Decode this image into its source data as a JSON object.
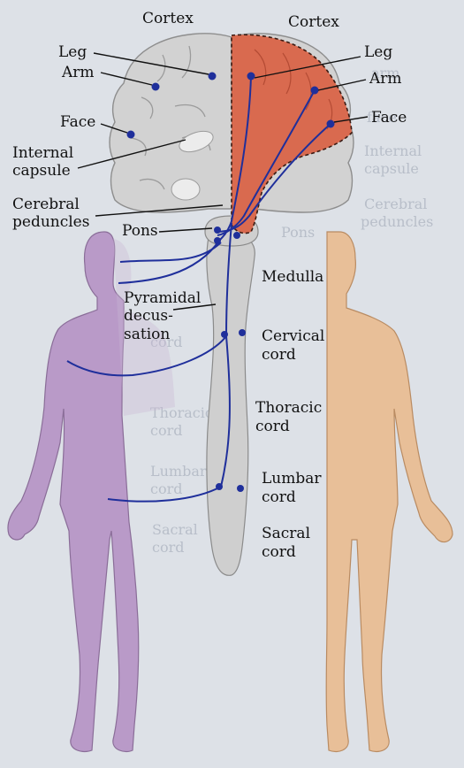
{
  "colors": {
    "background": "#d9dde4",
    "left_body": "#b99ac8",
    "right_body": "#e8bf98",
    "brain_gray": "#d2d2d2",
    "cortex_highlight": "#d96a4f",
    "tract_blue": "#1f2f9b",
    "text": "#111111"
  },
  "labels": {
    "cortex_left": "Cortex",
    "cortex_right": "Cortex",
    "leg_left": "Leg",
    "arm_left": "Arm",
    "face_left": "Face",
    "internal_capsule_line1": "Internal",
    "internal_capsule_line2": "capsule",
    "cerebral_peduncles_line1": "Cerebral",
    "cerebral_peduncles_line2": "peduncles",
    "pons": "Pons",
    "pyramidal_decussation_line1": "Pyramidal",
    "pyramidal_decussation_line2": "decus-",
    "pyramidal_decussation_line3": "sation",
    "leg_right": "Leg",
    "arm_right": "Arm",
    "face_right": "Face",
    "medulla": "Medulla",
    "cervical_cord_line1": "Cervical",
    "cervical_cord_line2": "cord",
    "thoracic_cord_line1": "Thoracic",
    "thoracic_cord_line2": "cord",
    "lumbar_cord_line1": "Lumbar",
    "lumbar_cord_line2": "cord",
    "sacral_cord_line1": "Sacral",
    "sacral_cord_line2": "cord"
  }
}
